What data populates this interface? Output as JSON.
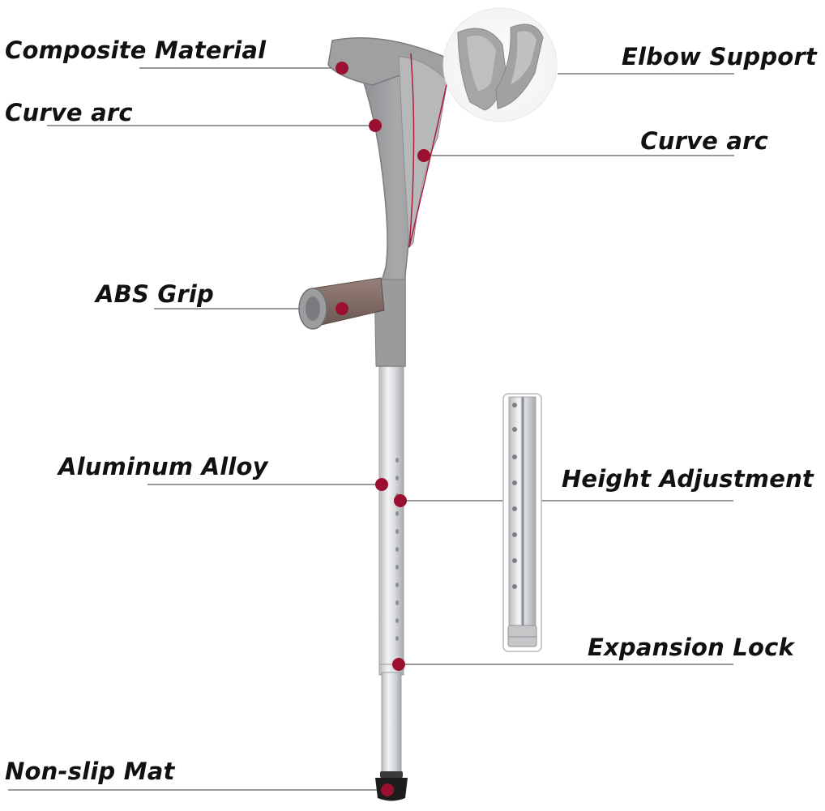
{
  "labels": {
    "composite_material": "Composite Material",
    "curve_arc_left": "Curve arc",
    "abs_grip": "ABS Grip",
    "aluminum_alloy": "Aluminum Alloy",
    "non_slip_mat": "Non-slip Mat",
    "elbow_support": "Elbow Support",
    "curve_arc_right": "Curve arc",
    "height_adjustment": "Height Adjustment",
    "expansion_lock": "Expansion Lock"
  },
  "colors": {
    "marker": "#9b1030",
    "leader_line": "#333333",
    "cuff": "#9a9b9d",
    "cuff_shadow": "#7f8083",
    "grip": "#85706a",
    "tube": "#d4d6d8",
    "tube_highlight": "#f4f5f6",
    "tip": "#1d1d1d",
    "text": "#111111"
  }
}
